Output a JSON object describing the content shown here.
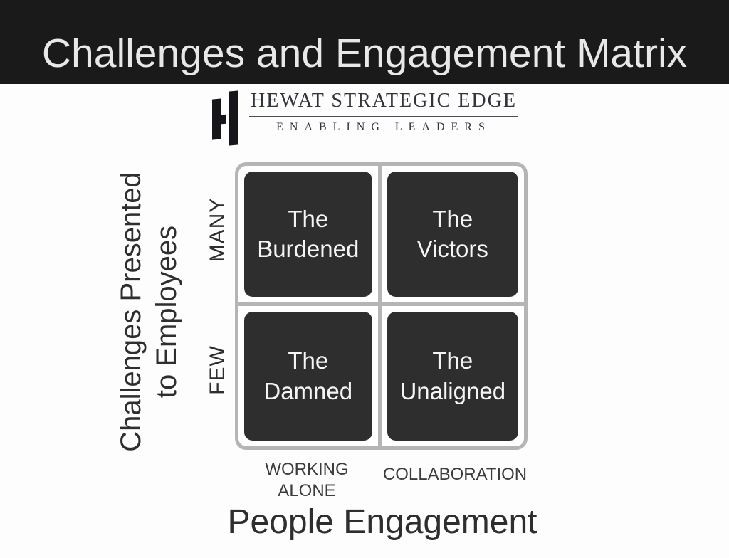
{
  "header": {
    "title": "Challenges and Engagement Matrix",
    "bg_color": "#1a1a1a",
    "text_color": "#e8e8e8"
  },
  "logo": {
    "name": "HEWAT STRATEGIC EDGE",
    "tagline": "ENABLING LEADERS",
    "mark": "stylized-h-monogram",
    "text_color": "#32343d"
  },
  "matrix": {
    "border_color": "#b5b5b5",
    "cell_bg_color": "#2e2e2e",
    "cell_text_color": "#f5f5f5",
    "quadrants": [
      {
        "position": "top-left",
        "line1": "The",
        "line2": "Burdened"
      },
      {
        "position": "top-right",
        "line1": "The",
        "line2": "Victors"
      },
      {
        "position": "bottom-left",
        "line1": "The",
        "line2": "Damned"
      },
      {
        "position": "bottom-right",
        "line1": "The",
        "line2": "Unaligned"
      }
    ]
  },
  "y_axis": {
    "title_line1": "Challenges Presented",
    "title_line2": "to Employees",
    "top_label": "MANY",
    "bottom_label": "FEW"
  },
  "x_axis": {
    "left_label_line1": "WORKING",
    "left_label_line2": "ALONE",
    "right_label": "COLLABORATION",
    "title": "People Engagement"
  }
}
